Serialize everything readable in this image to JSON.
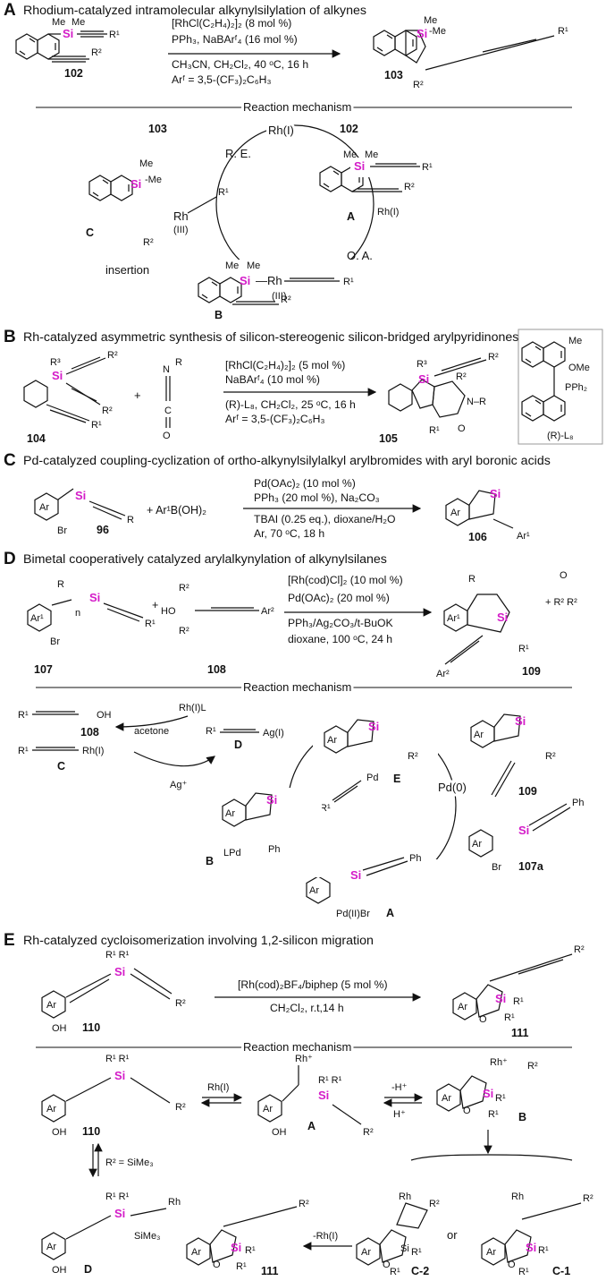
{
  "colors": {
    "silicon": "#d41cc8",
    "text": "#111111",
    "frame": "#9a9a9a"
  },
  "sectionA": {
    "letter": "A",
    "title": "Rhodium-catalyzed intramolecular alkynylsilylation of alkynes",
    "reactant_label": "102",
    "product_label": "103",
    "conditions": [
      "[RhCl(C₂H₄)₂]₂ (8 mol %)",
      "PPh₃, NaBArᶠ₄ (16 mol %)",
      "CH₃CN, CH₂Cl₂, 40 ᵒC, 16 h",
      "Arᶠ = 3,5-(CF₃)₂C₆H₃"
    ],
    "mechanism_title": "Reaction mechanism",
    "mech": {
      "rh1": "Rh(I)",
      "in": "102",
      "out": "103",
      "re": "R. E.",
      "oa": "O. A.",
      "insertion": "insertion",
      "rhIII": "Rh",
      "iii": "(III)",
      "rhi_sub": "Rh(I)",
      "A": "A",
      "B": "B",
      "C": "C"
    }
  },
  "sectionB": {
    "letter": "B",
    "title": "Rh-catalyzed asymmetric synthesis of silicon-stereogenic silicon-bridged arylpyridinones",
    "reactant_label": "104",
    "product_label": "105",
    "plus": "+",
    "conditions": [
      "[RhCl(C₂H₄)₂]₂ (5 mol %)",
      "NaBArᶠ₄ (10 mol %)",
      "(R)-L₈, CH₂Cl₂, 25 ᵒC, 16 h",
      "Arᶠ = 3,5-(CF₃)₂C₆H₃"
    ],
    "ligand": {
      "me": "Me",
      "ome": "OMe",
      "pph2": "PPh₂",
      "name": "(R)-L₈"
    }
  },
  "sectionC": {
    "letter": "C",
    "title": "Pd-catalyzed coupling-cyclization of ortho-alkynylsilylalkyl arylbromides with aryl boronic acids",
    "reactant_label": "96",
    "product_label": "106",
    "boronic": "+ Ar¹B(OH)₂",
    "conditions": [
      "Pd(OAc)₂ (10 mol %)",
      "PPh₃ (20 mol %), Na₂CO₃",
      "TBAI (0.25 eq.), dioxane/H₂O",
      "Ar, 70 ᵒC, 18 h"
    ]
  },
  "sectionD": {
    "letter": "D",
    "title": "Bimetal cooperatively catalyzed arylalkynylation of alkynylsilanes",
    "labels": [
      "107",
      "108",
      "109"
    ],
    "conditions": [
      "[Rh(cod)Cl]₂ (10 mol %)",
      "Pd(OAc)₂ (20 mol %)",
      "PPh₃/Ag₂CO₃/t-BuOK",
      "dioxane, 100 ᵒC, 24 h"
    ],
    "byproduct": "+ R² R² ketone",
    "mechanism_title": "Reaction mechanism",
    "mech": {
      "rhl": "Rh(I)L",
      "acetone": "acetone",
      "agp": "Ag⁺",
      "agi": "Ag(I)",
      "pd0": "Pd(0)",
      "pd": "Pd",
      "lpd": "LPd",
      "pdbr": "Pd(II)Br",
      "rhi": "Rh(I)",
      "C": "C",
      "D": "D",
      "E": "E",
      "B": "B",
      "A": "A",
      "l107a": "107a",
      "l108": "108",
      "l109": "109",
      "ph": "Ph"
    }
  },
  "sectionE": {
    "letter": "E",
    "title": "Rh-catalyzed cycloisomerization involving 1,2-silicon migration",
    "reactant_label": "110",
    "product_label": "111",
    "conditions": [
      "[Rh(cod)₂BF₄/biphep (5 mol %)",
      "CH₂Cl₂, r.t,14 h"
    ],
    "mechanism_title": "Reaction mechanism",
    "mech": {
      "rhi": "Rh(I)",
      "minus_h": "-H⁺",
      "plus_h": "H⁺",
      "r2sime": "R² = SiMe₃",
      "minus_rhi": "-Rh(I)",
      "or": "or",
      "A": "A",
      "B": "B",
      "C1": "C-1",
      "C2": "C-2",
      "D": "D",
      "rh": "Rh",
      "rhp": "Rh⁺",
      "sime3": "SiMe₃",
      "l110": "110",
      "l111": "111"
    }
  }
}
